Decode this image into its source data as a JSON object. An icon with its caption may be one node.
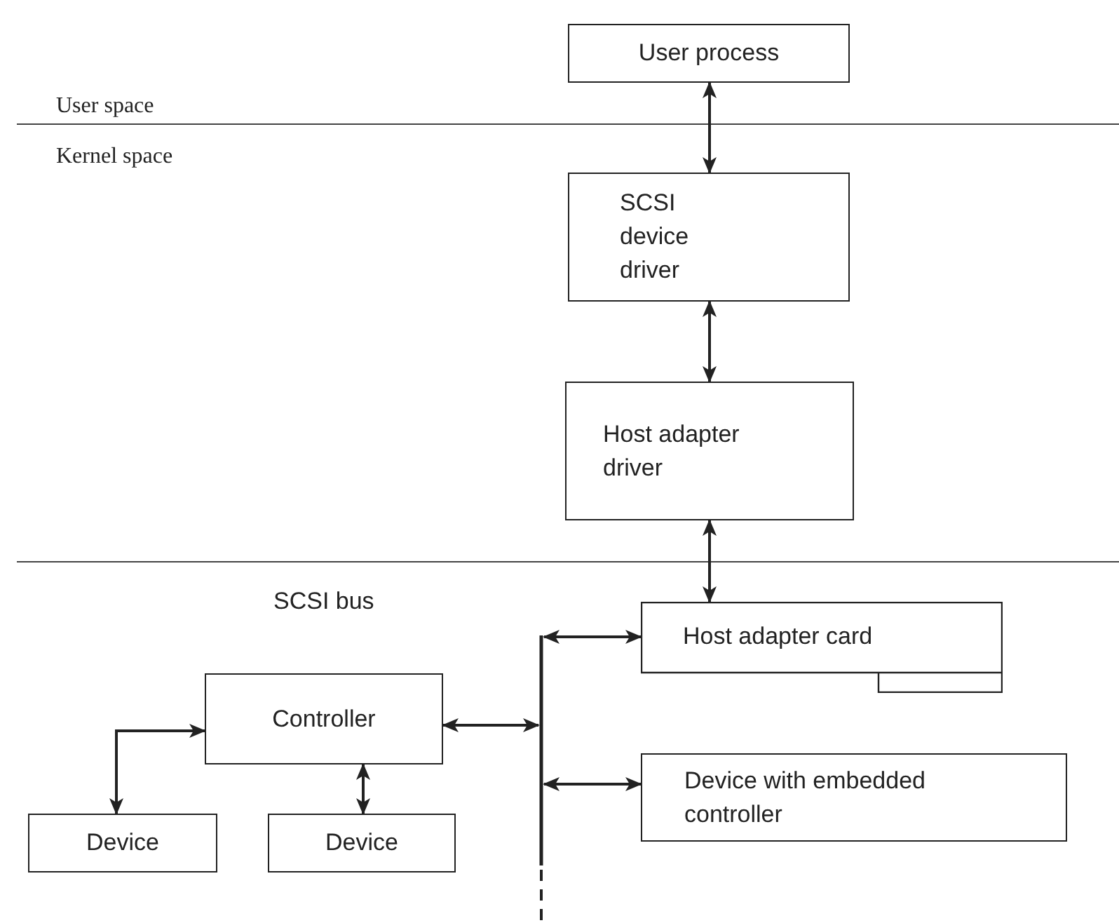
{
  "diagram": {
    "nodes": [
      {
        "text": [
          "User process"
        ]
      },
      {
        "text": [
          "SCSI device driver"
        ]
      },
      {
        "text": [
          "Host adapter driver"
        ]
      },
      {
        "text": [
          "Host adapter card"
        ]
      },
      {
        "text": [
          "Controller"
        ]
      },
      {
        "text": [
          "Device"
        ]
      },
      {
        "text": [
          "Device"
        ]
      },
      {
        "text": [
          "Device with embedded controller"
        ]
      },
      {
        "text": [],
        "shape": "bar"
      }
    ],
    "edges": [
      {
        "from": 0,
        "to": 1,
        "arrow": "both"
      },
      {
        "from": 1,
        "to": 2,
        "arrow": "both"
      },
      {
        "from": 2,
        "to": 3,
        "arrow": "both"
      },
      {
        "from": 8,
        "to": 3,
        "arrow": "both"
      },
      {
        "from": 4,
        "to": 8,
        "arrow": "both"
      },
      {
        "from": 8,
        "to": 7,
        "arrow": "both"
      },
      {
        "from": 4,
        "to": 5,
        "arrow": "both"
      },
      {
        "from": 4,
        "to": 6,
        "arrow": "both"
      }
    ],
    "labels": [
      "User space",
      "Kernel space",
      "SCSI bus"
    ]
  }
}
